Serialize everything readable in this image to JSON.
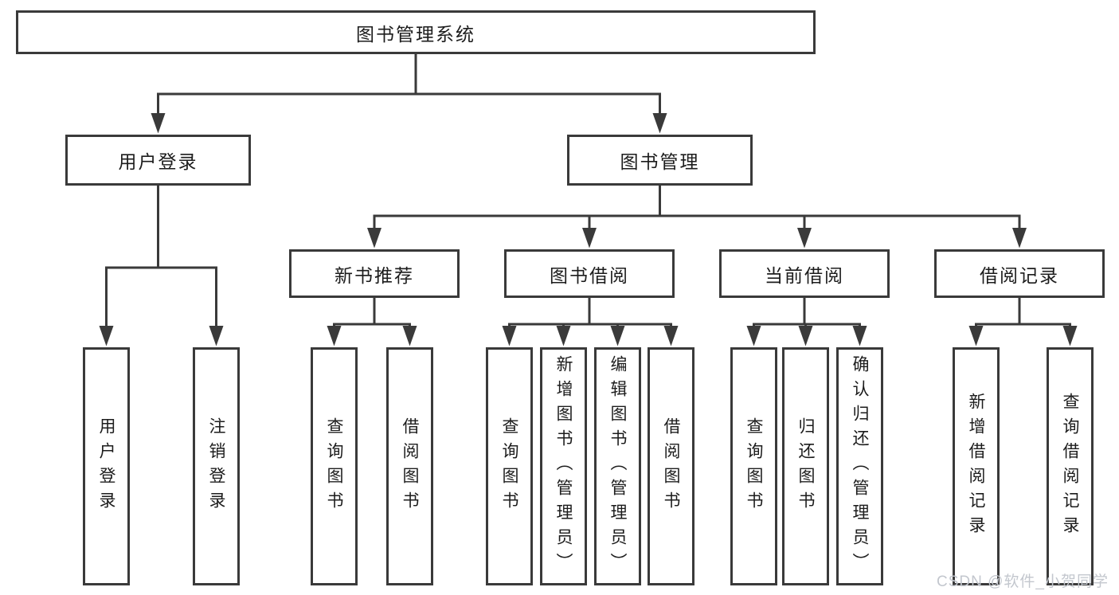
{
  "diagram": {
    "root": "图书管理系统",
    "level2": [
      "用户登录",
      "图书管理"
    ],
    "level3": [
      "新书推荐",
      "图书借阅",
      "当前借阅",
      "借阅记录"
    ],
    "leaves": {
      "user_login": [
        "用户登录",
        "注销登录"
      ],
      "new_book": [
        "查询图书",
        "借阅图书"
      ],
      "book_borrow": [
        "查询图书",
        "新增图书（管理员）",
        "编辑图书（管理员）",
        "借阅图书"
      ],
      "current_borrow": [
        "查询图书",
        "归还图书",
        "确认归还（管理员）"
      ],
      "borrow_record": [
        "新增借阅记录",
        "查询借阅记录"
      ]
    }
  },
  "watermark": "CSDN @软件_小贺同学",
  "colors": {
    "line": "#3a3a3a",
    "text": "#1c1c1c",
    "watermark": "#c3c7ce",
    "background": "#ffffff"
  }
}
